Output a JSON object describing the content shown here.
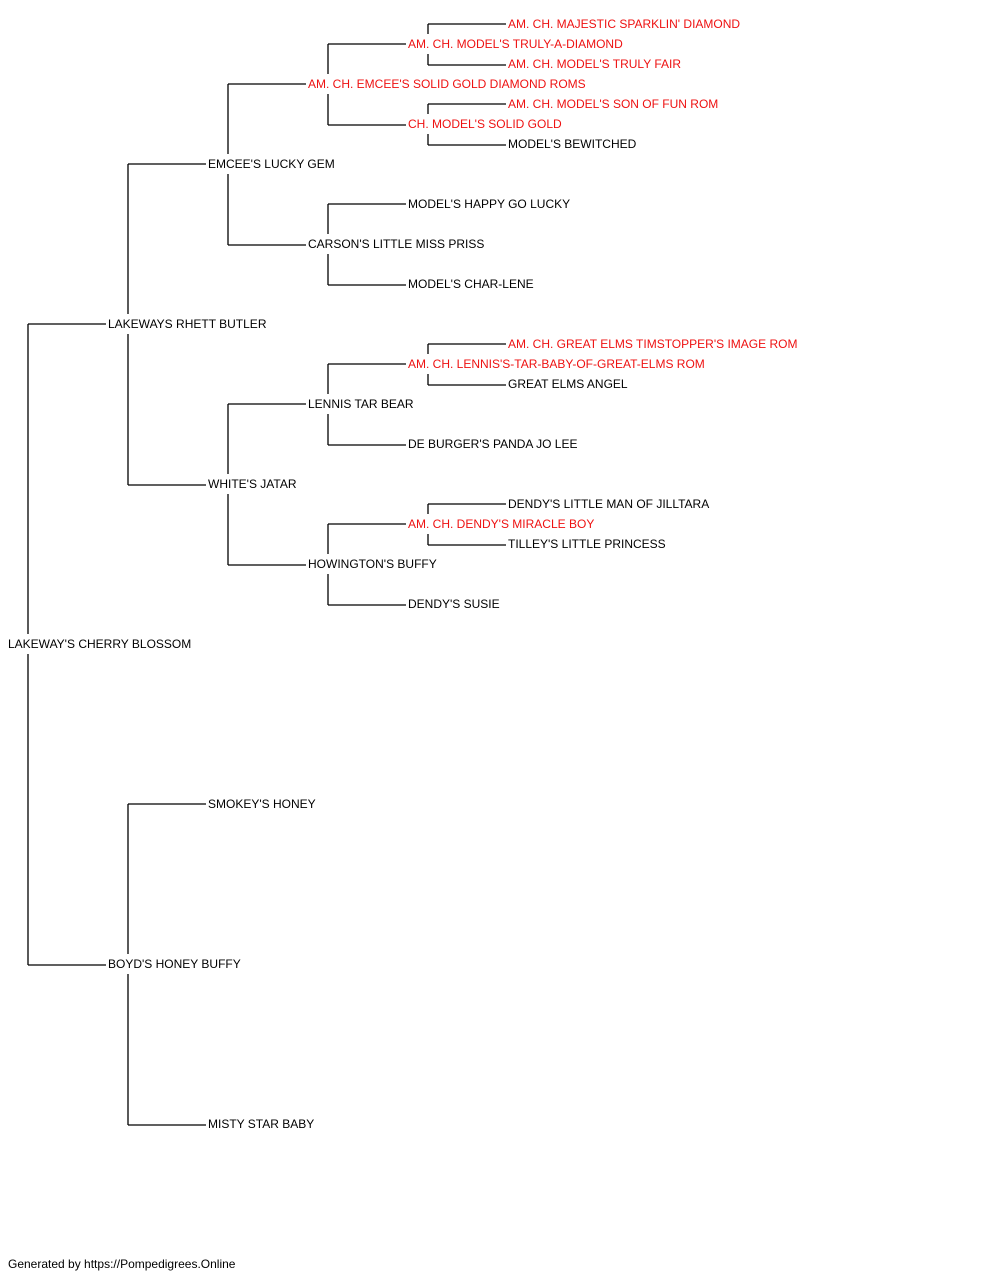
{
  "colors": {
    "champion": "#ee1111",
    "regular": "#000000",
    "lines": "#000000"
  },
  "pedigree": {
    "name": "LAKEWAY'S CHERRY BLOSSOM",
    "sire": {
      "name": "LAKEWAYS RHETT BUTLER",
      "sire": {
        "name": "EMCEE'S LUCKY GEM",
        "sire": {
          "name": "AM. CH. EMCEE'S SOLID GOLD DIAMOND ROMS",
          "champion": true,
          "sire": {
            "name": "AM. CH. MODEL'S TRULY-A-DIAMOND",
            "champion": true,
            "sire": {
              "name": "AM. CH. MAJESTIC SPARKLIN' DIAMOND",
              "champion": true
            },
            "dam": {
              "name": "AM. CH. MODEL'S TRULY FAIR",
              "champion": true
            }
          },
          "dam": {
            "name": "CH. MODEL'S SOLID GOLD",
            "champion": true,
            "sire": {
              "name": "AM. CH. MODEL'S SON OF FUN ROM",
              "champion": true
            },
            "dam": {
              "name": "MODEL'S BEWITCHED"
            }
          }
        },
        "dam": {
          "name": "CARSON'S LITTLE MISS PRISS",
          "sire": {
            "name": "MODEL'S HAPPY GO LUCKY"
          },
          "dam": {
            "name": "MODEL'S CHAR-LENE"
          }
        }
      },
      "dam": {
        "name": "WHITE'S JATAR",
        "sire": {
          "name": "LENNIS TAR BEAR",
          "sire": {
            "name": "AM. CH. LENNIS'S-TAR-BABY-OF-GREAT-ELMS ROM",
            "champion": true,
            "sire": {
              "name": "AM. CH. GREAT ELMS TIMSTOPPER'S IMAGE ROM",
              "champion": true
            },
            "dam": {
              "name": "GREAT ELMS ANGEL"
            }
          },
          "dam": {
            "name": "DE BURGER'S PANDA JO LEE"
          }
        },
        "dam": {
          "name": "HOWINGTON'S BUFFY",
          "sire": {
            "name": "AM. CH. DENDY'S MIRACLE BOY",
            "champion": true,
            "sire": {
              "name": "DENDY'S LITTLE MAN OF JILLTARA"
            },
            "dam": {
              "name": "TILLEY'S LITTLE PRINCESS"
            }
          },
          "dam": {
            "name": "DENDY'S SUSIE"
          }
        }
      }
    },
    "dam": {
      "name": "BOYD'S HONEY BUFFY",
      "sire": {
        "name": "SMOKEY'S HONEY"
      },
      "dam": {
        "name": "MISTY STAR BABY"
      }
    }
  },
  "footer": "Generated by https://Pompedigrees.Online"
}
